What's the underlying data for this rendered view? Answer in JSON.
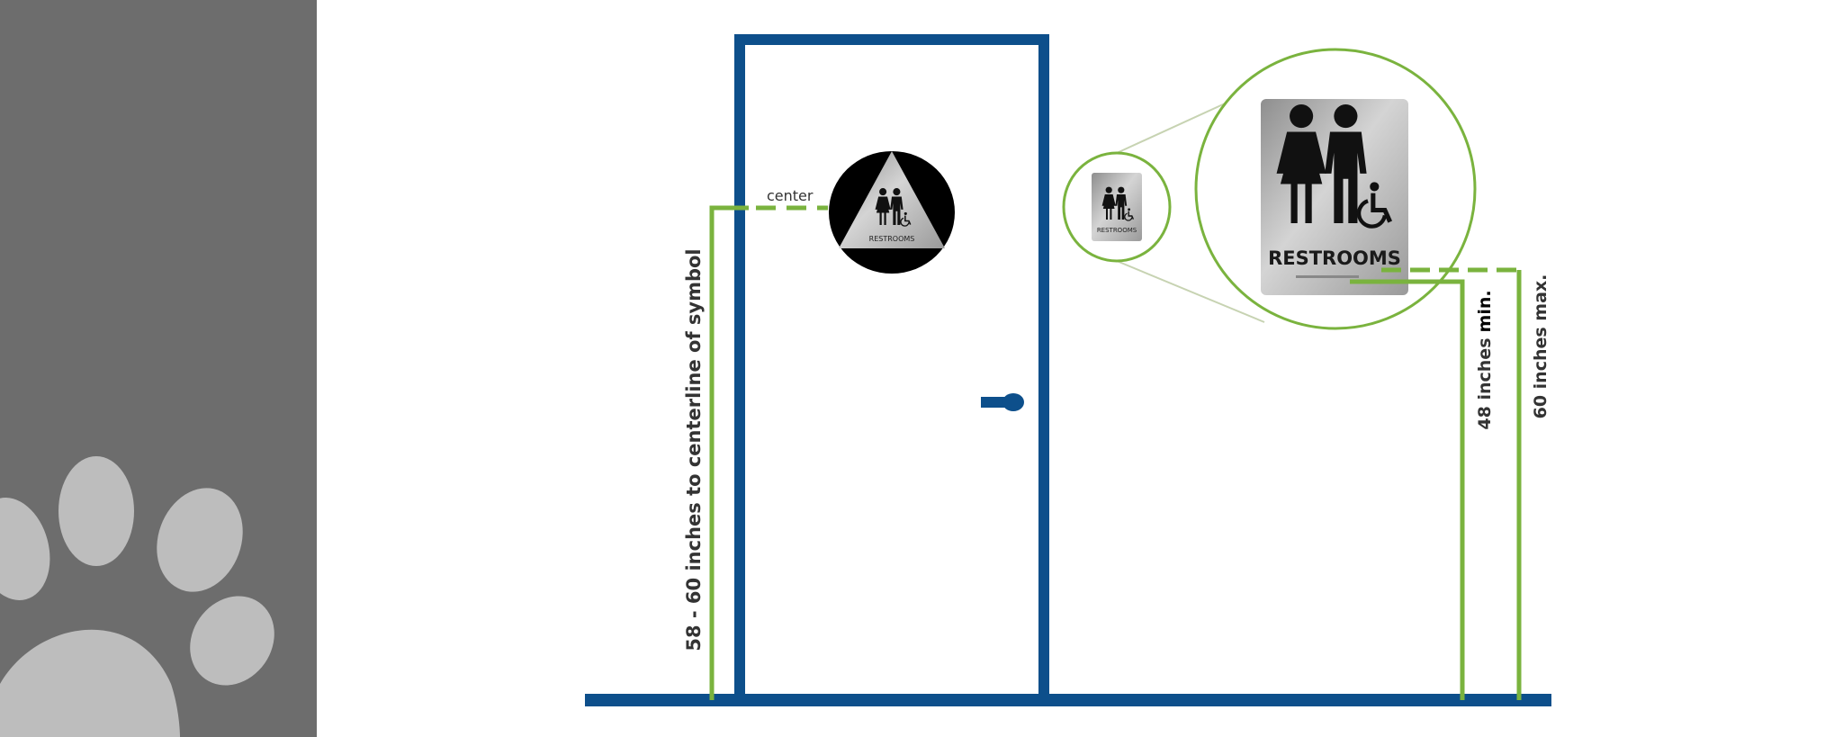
{
  "labels": {
    "center": "center",
    "left_dimension": "58 - 60 inches to centerline of symbol",
    "min_dimension_value": "48 inches",
    "min_dimension_suffix": "min.",
    "max_dimension": "60 inches max.",
    "sign_text": "RESTROOMS",
    "small_sign_text": "RESTROOMS"
  },
  "colors": {
    "door_blue": "#0d4f8b",
    "guide_green": "#7ab33e",
    "panel_gray": "#6d6d6d",
    "paw_gray": "#bdbdbd",
    "sign_silver": "#a9a9a9"
  },
  "icons": [
    "paw-print-icon",
    "unisex-restroom-icon",
    "wheelchair-icon",
    "door-handle-icon"
  ]
}
